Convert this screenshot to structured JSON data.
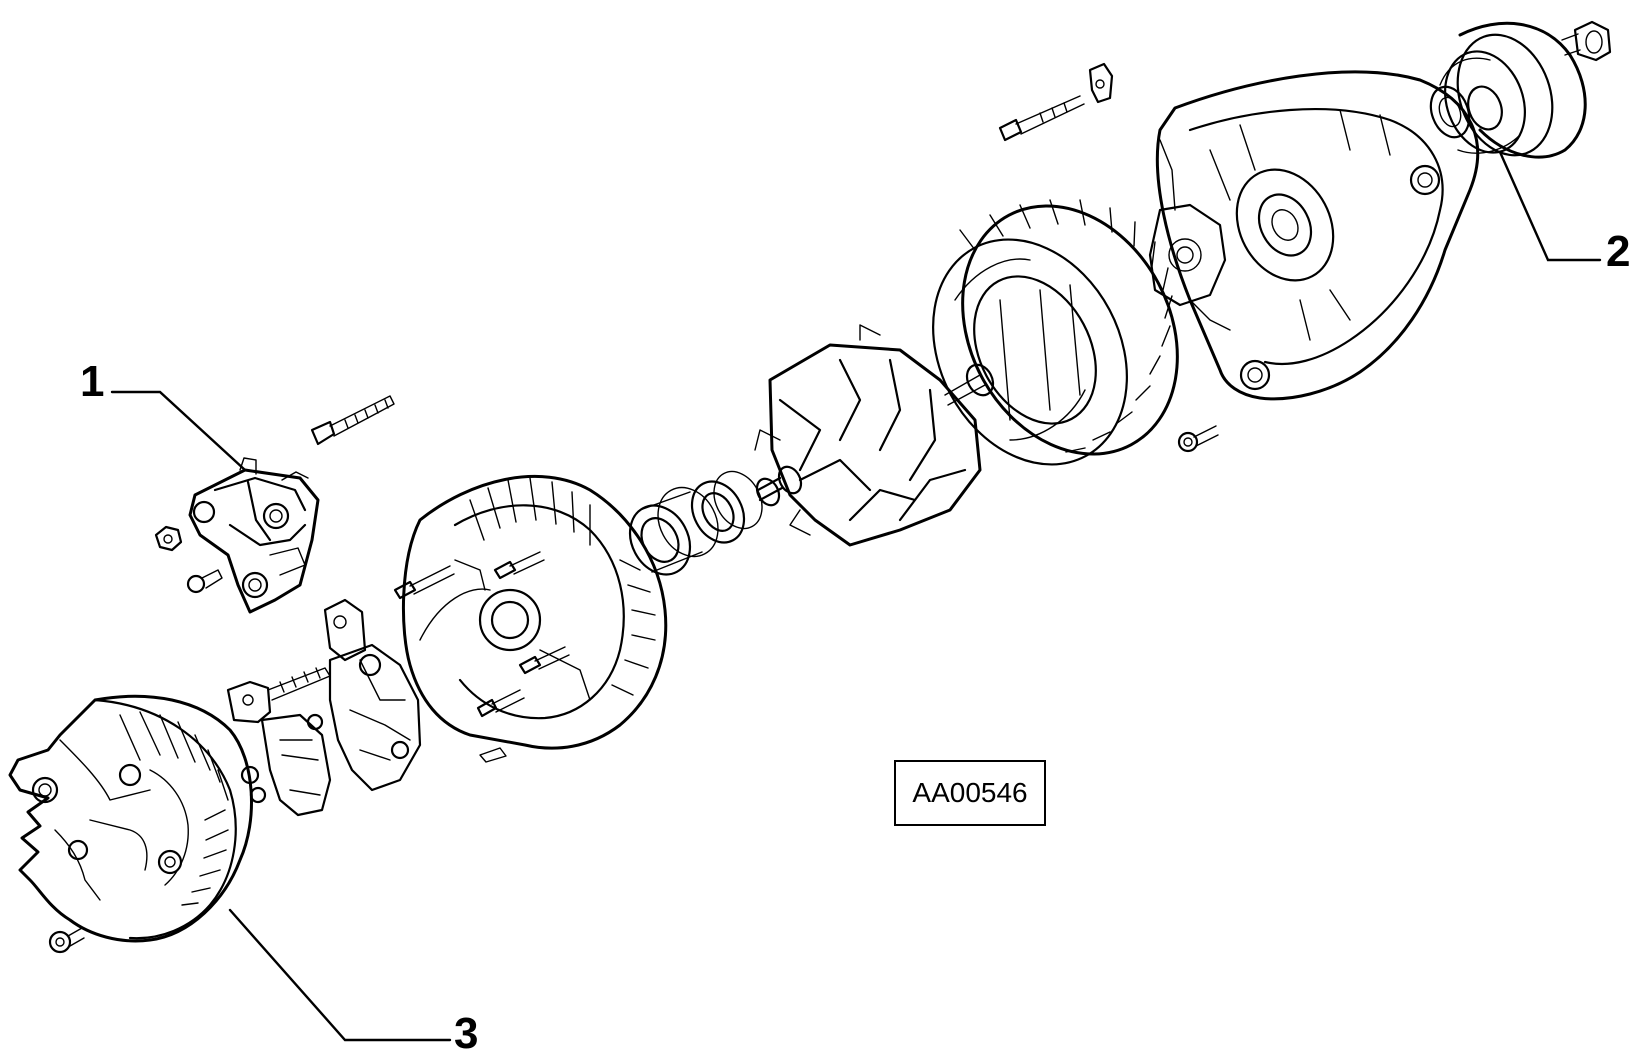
{
  "callouts": [
    {
      "label": "1"
    },
    {
      "label": "2"
    },
    {
      "label": "3"
    }
  ],
  "reference_code": "AA00546"
}
